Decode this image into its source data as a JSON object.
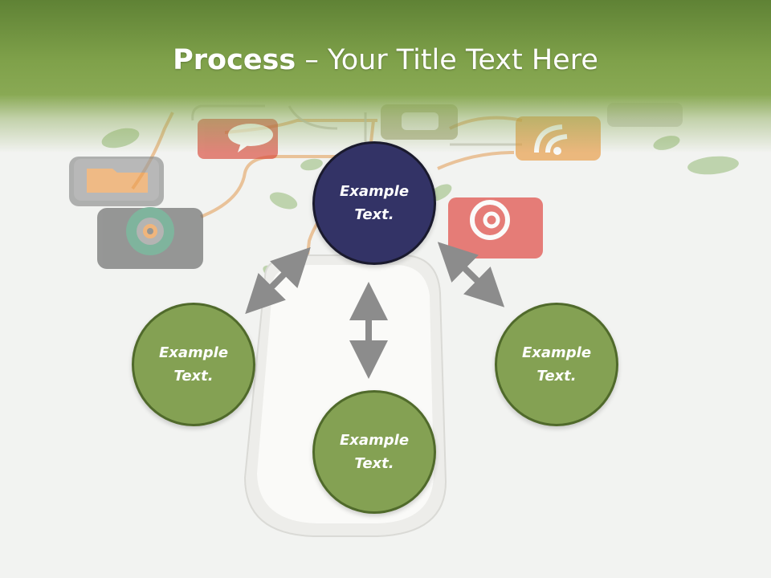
{
  "title": {
    "bold": "Process",
    "rest": " – Your Title Text Here"
  },
  "nodes": {
    "top": "Example Text.",
    "left": "Example Text.",
    "bottom": "Example Text.",
    "right": "Example Text."
  },
  "colors": {
    "header_green": "#7fa14a",
    "node_green": "#84a153",
    "node_green_border": "#506a2b",
    "node_navy": "#333366",
    "arrow_gray": "#8c8c8c"
  },
  "background_icons": [
    "folder-icon",
    "chat-icon",
    "rss-icon",
    "at-sign-icon",
    "target-icon",
    "leaf-icon"
  ]
}
